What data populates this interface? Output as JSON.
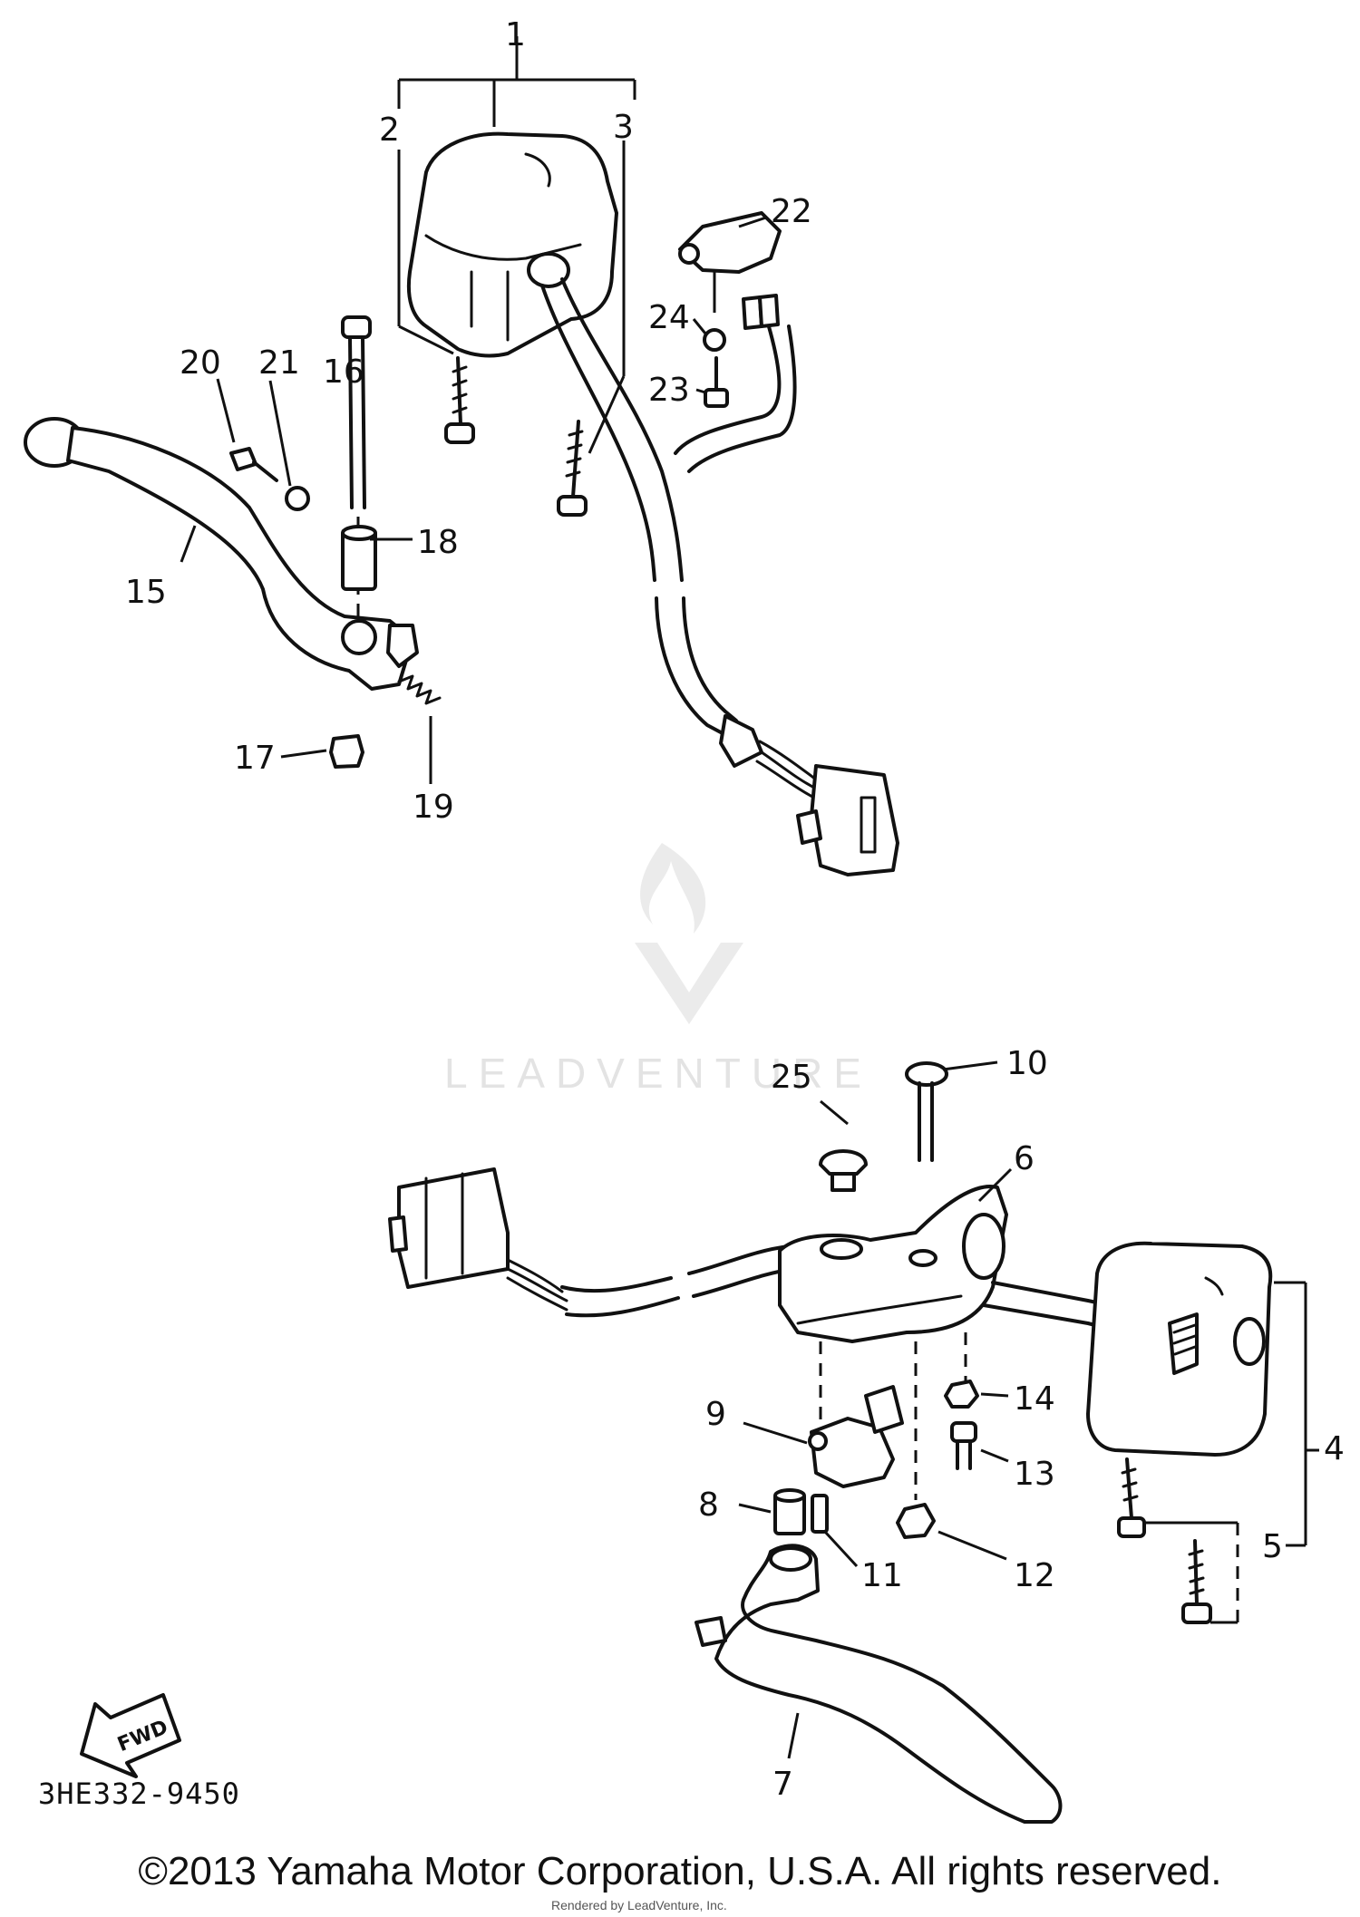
{
  "diagram": {
    "code": "3HE332-9450",
    "copyright": "©2013 Yamaha Motor Corporation, U.S.A. All rights reserved.",
    "credit": "Rendered by LeadVenture, Inc.",
    "watermark": "LEADVENTURE",
    "fwd_badge": "FWD",
    "callouts": [
      "1",
      "2",
      "3",
      "4",
      "5",
      "6",
      "7",
      "8",
      "9",
      "10",
      "11",
      "12",
      "13",
      "14",
      "15",
      "16",
      "17",
      "18",
      "19",
      "20",
      "21",
      "22",
      "23",
      "24",
      "25"
    ]
  }
}
